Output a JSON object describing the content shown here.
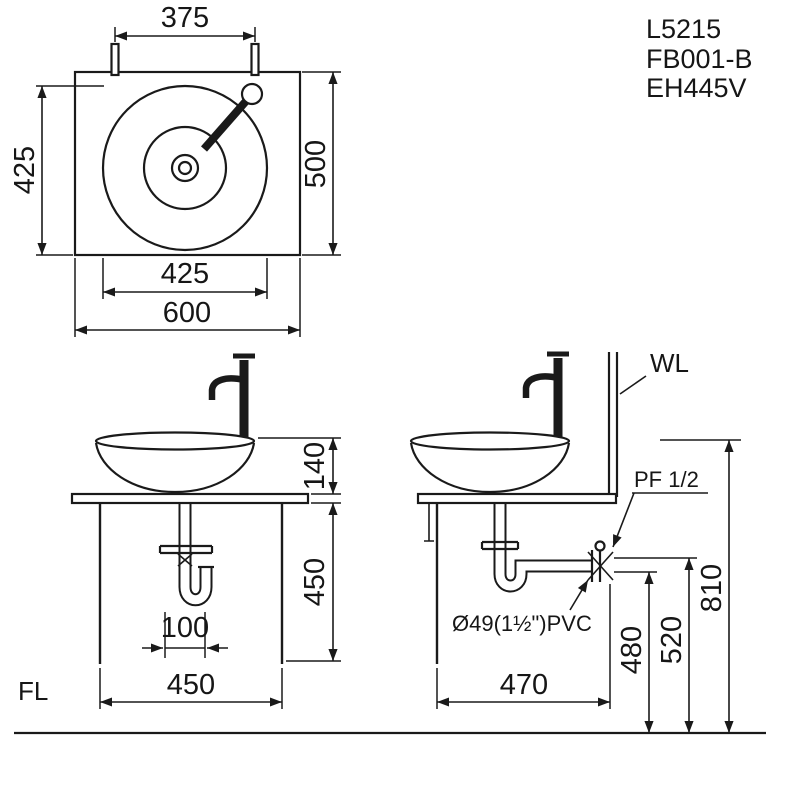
{
  "drawing": {
    "models": [
      "L5215",
      "FB001-B",
      "EH445V"
    ],
    "labels": {
      "wall_line": "WL",
      "floor_line": "FL",
      "supply_fitting": "PF 1/2",
      "drain_pipe": "Ø49(1½\")PVC"
    },
    "top_view": {
      "faucet_hole_spacing": "375",
      "basin_front_depth": "425",
      "counter_depth": "500",
      "basin_width": "425",
      "counter_width": "600"
    },
    "front_view": {
      "basin_height_above_counter": "140",
      "counter_to_leg_bottom": "450",
      "trap_offset": "100",
      "stand_width": "450"
    },
    "side_view": {
      "drain_outlet_height": "480",
      "supply_height": "520",
      "rim_height": "810",
      "stand_depth": "470"
    },
    "colors": {
      "ink": "#1a1a1a",
      "paper": "#ffffff"
    }
  }
}
